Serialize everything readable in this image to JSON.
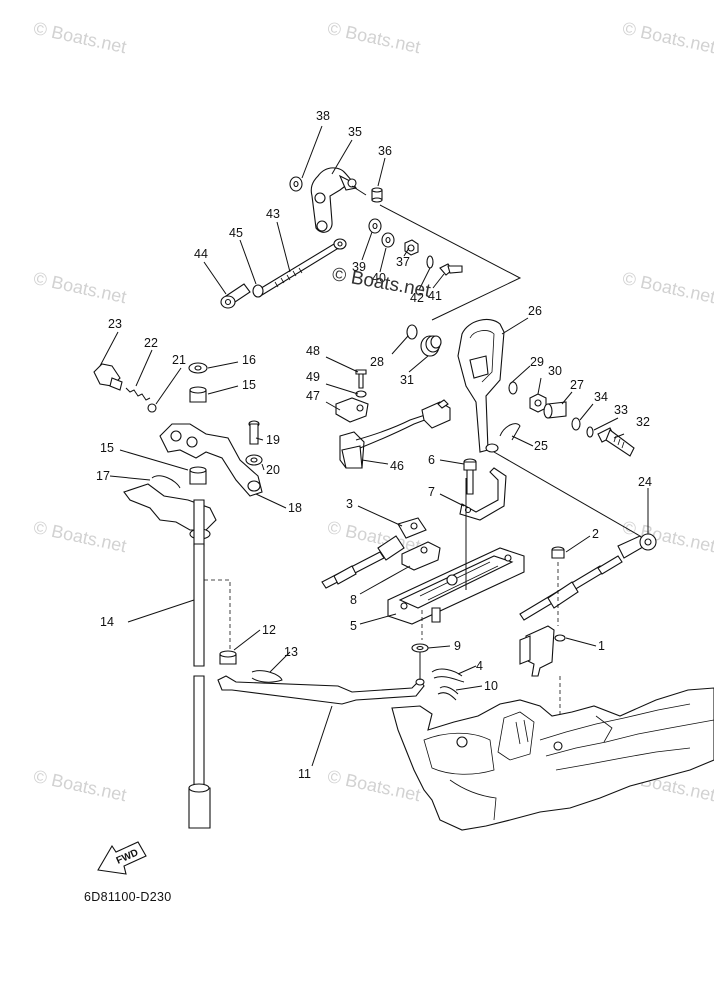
{
  "watermark": "© Boats.net",
  "center_watermark": "© Boats.net",
  "diagram_code": "6D81100-D230",
  "fwd_label": "FWD",
  "callouts": [
    {
      "id": "c38",
      "text": "38"
    },
    {
      "id": "c35",
      "text": "35"
    },
    {
      "id": "c36",
      "text": "36"
    },
    {
      "id": "c43",
      "text": "43"
    },
    {
      "id": "c45",
      "text": "45"
    },
    {
      "id": "c44",
      "text": "44"
    },
    {
      "id": "c39",
      "text": "39"
    },
    {
      "id": "c40",
      "text": "40"
    },
    {
      "id": "c37",
      "text": "37"
    },
    {
      "id": "c42",
      "text": "42"
    },
    {
      "id": "c41",
      "text": "41"
    },
    {
      "id": "c26",
      "text": "26"
    },
    {
      "id": "c23",
      "text": "23"
    },
    {
      "id": "c22",
      "text": "22"
    },
    {
      "id": "c21",
      "text": "21"
    },
    {
      "id": "c16",
      "text": "16"
    },
    {
      "id": "c15a",
      "text": "15"
    },
    {
      "id": "c48",
      "text": "48"
    },
    {
      "id": "c28",
      "text": "28"
    },
    {
      "id": "c31",
      "text": "31"
    },
    {
      "id": "c29",
      "text": "29"
    },
    {
      "id": "c30",
      "text": "30"
    },
    {
      "id": "c27",
      "text": "27"
    },
    {
      "id": "c49",
      "text": "49"
    },
    {
      "id": "c47",
      "text": "47"
    },
    {
      "id": "c34",
      "text": "34"
    },
    {
      "id": "c33",
      "text": "33"
    },
    {
      "id": "c32",
      "text": "32"
    },
    {
      "id": "c19",
      "text": "19"
    },
    {
      "id": "c25",
      "text": "25"
    },
    {
      "id": "c15b",
      "text": "15"
    },
    {
      "id": "c20",
      "text": "20"
    },
    {
      "id": "c46",
      "text": "46"
    },
    {
      "id": "c6",
      "text": "6"
    },
    {
      "id": "c17",
      "text": "17"
    },
    {
      "id": "c18",
      "text": "18"
    },
    {
      "id": "c7",
      "text": "7"
    },
    {
      "id": "c24",
      "text": "24"
    },
    {
      "id": "c3",
      "text": "3"
    },
    {
      "id": "c2",
      "text": "2"
    },
    {
      "id": "c8",
      "text": "8"
    },
    {
      "id": "c5",
      "text": "5"
    },
    {
      "id": "c14",
      "text": "14"
    },
    {
      "id": "c12",
      "text": "12"
    },
    {
      "id": "c9",
      "text": "9"
    },
    {
      "id": "c1",
      "text": "1"
    },
    {
      "id": "c13",
      "text": "13"
    },
    {
      "id": "c4",
      "text": "4"
    },
    {
      "id": "c10",
      "text": "10"
    },
    {
      "id": "c11",
      "text": "11"
    }
  ]
}
